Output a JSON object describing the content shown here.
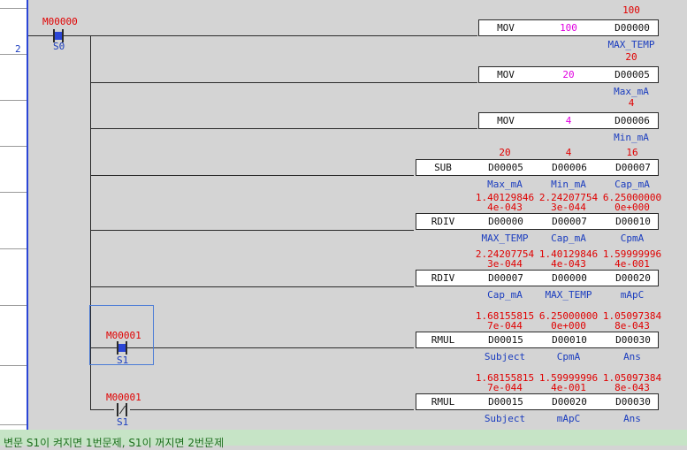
{
  "rung_number": "2",
  "contacts": {
    "c1": {
      "device": "M00000",
      "label": "S0"
    },
    "c2": {
      "device": "M00001",
      "label": "S1"
    },
    "c3": {
      "device": "M00001",
      "label": "S1"
    }
  },
  "instructions": [
    {
      "op": "MOV",
      "operands": [
        "100",
        "D00000"
      ],
      "value_above": "100",
      "comment": "MAX_TEMP"
    },
    {
      "op": "MOV",
      "operands": [
        "20",
        "D00005"
      ],
      "value_above": "20",
      "comment": "Max_mA"
    },
    {
      "op": "MOV",
      "operands": [
        "4",
        "D00006"
      ],
      "value_above": "4",
      "comment": "Min_mA"
    },
    {
      "op": "SUB",
      "operands": [
        "D00005",
        "D00006",
        "D00007"
      ],
      "values": [
        "20",
        "4",
        "16"
      ],
      "comments": [
        "Max_mA",
        "Min_mA",
        "Cap_mA"
      ]
    },
    {
      "op": "RDIV",
      "operands": [
        "D00000",
        "D00007",
        "D00010"
      ],
      "values": [
        [
          "1.40129846",
          "4e-043"
        ],
        [
          "2.24207754",
          "3e-044"
        ],
        [
          "6.25000000",
          "0e+000"
        ]
      ],
      "comments": [
        "MAX_TEMP",
        "Cap_mA",
        "CpmA"
      ]
    },
    {
      "op": "RDIV",
      "operands": [
        "D00007",
        "D00000",
        "D00020"
      ],
      "values": [
        [
          "2.24207754",
          "3e-044"
        ],
        [
          "1.40129846",
          "4e-043"
        ],
        [
          "1.59999996",
          "4e-001"
        ]
      ],
      "comments": [
        "Cap_mA",
        "MAX_TEMP",
        "mApC"
      ]
    },
    {
      "op": "RMUL",
      "operands": [
        "D00015",
        "D00010",
        "D00030"
      ],
      "values": [
        [
          "1.68155815",
          "7e-044"
        ],
        [
          "6.25000000",
          "0e+000"
        ],
        [
          "1.05097384",
          "8e-043"
        ]
      ],
      "comments": [
        "Subject",
        "CpmA",
        "Ans"
      ]
    },
    {
      "op": "RMUL",
      "operands": [
        "D00015",
        "D00020",
        "D00030"
      ],
      "values": [
        [
          "1.68155815",
          "7e-044"
        ],
        [
          "1.59999996",
          "4e-001"
        ],
        [
          "1.05097384",
          "8e-043"
        ]
      ],
      "comments": [
        "Subject",
        "mApC",
        "Ans"
      ]
    }
  ],
  "status_text": "변문 S1이 켜지면 1번문제, S1이 꺼지면 2번문제",
  "colors": {
    "rail": "#2b46d6",
    "value": "#e00000",
    "comment": "#1b3dbf",
    "constant": "#e000e0",
    "status_bg": "#c6e4c6"
  }
}
